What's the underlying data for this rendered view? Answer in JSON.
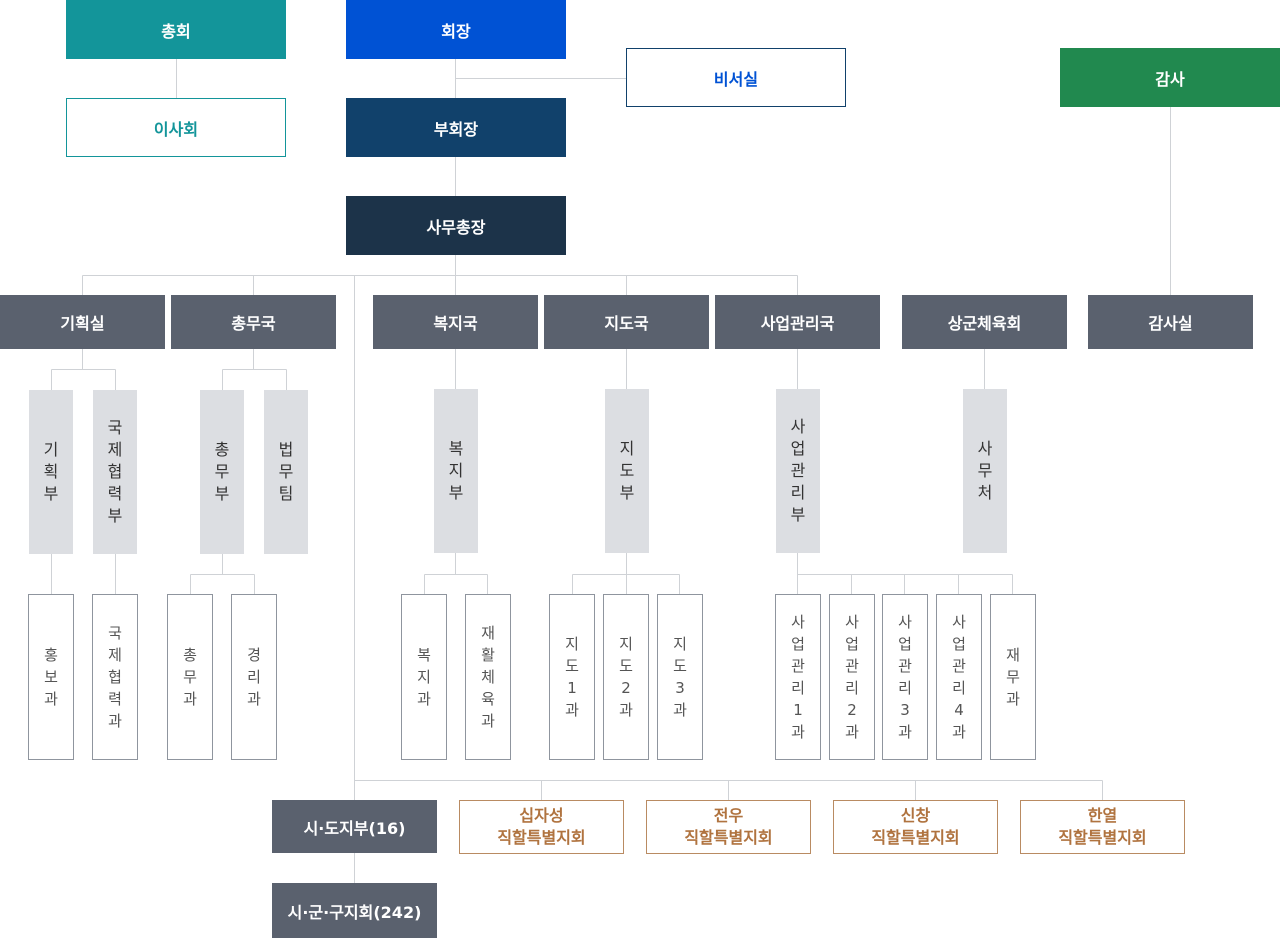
{
  "top": {
    "general_assembly": "총회",
    "board": "이사회",
    "president": "회장",
    "secretariat": "비서실",
    "vice_president": "부회장",
    "secretary_general": "사무총장",
    "audit": "감사"
  },
  "departments": {
    "planning": "기획실",
    "general_affairs": "총무국",
    "welfare": "복지국",
    "guidance": "지도국",
    "business": "사업관리국",
    "sanggun": "상군체육회",
    "audit_office": "감사실"
  },
  "subunits": {
    "planning_div": "기획부",
    "intl_div": "국제협력부",
    "general_div": "총무부",
    "legal_team": "법무팀",
    "welfare_div": "복지부",
    "guidance_div": "지도부",
    "business_div": "사업관리부",
    "admin_office": "사무처"
  },
  "sections": {
    "pr": "홍보과",
    "intl": "국제협력과",
    "general": "총무과",
    "accounting": "경리과",
    "welfare": "복지과",
    "rehab": "재활체육과",
    "guidance1": "지도1과",
    "guidance2": "지도2과",
    "guidance3": "지도3과",
    "business1": "사업관리1과",
    "business2": "사업관리2과",
    "business3": "사업관리3과",
    "business4": "사업관리4과",
    "finance": "재무과"
  },
  "branches": {
    "provincial": "시·도지부(16)",
    "local": "시·군·구지회(242)",
    "sipjaseong": "십자성\n직할특별지회",
    "jeonu": "전우\n직할특별지회",
    "sinchang": "신창\n직할특별지회",
    "hanyeol": "한열\n직할특별지회"
  },
  "colors": {
    "teal": "#13959a",
    "blue": "#0052d4",
    "navy": "#11416b",
    "dark_navy": "#1c3349",
    "green": "#21894f",
    "dept_gray": "#5a616e",
    "sub_gray": "#dcdee2",
    "branch_brown": "#b0733f"
  }
}
